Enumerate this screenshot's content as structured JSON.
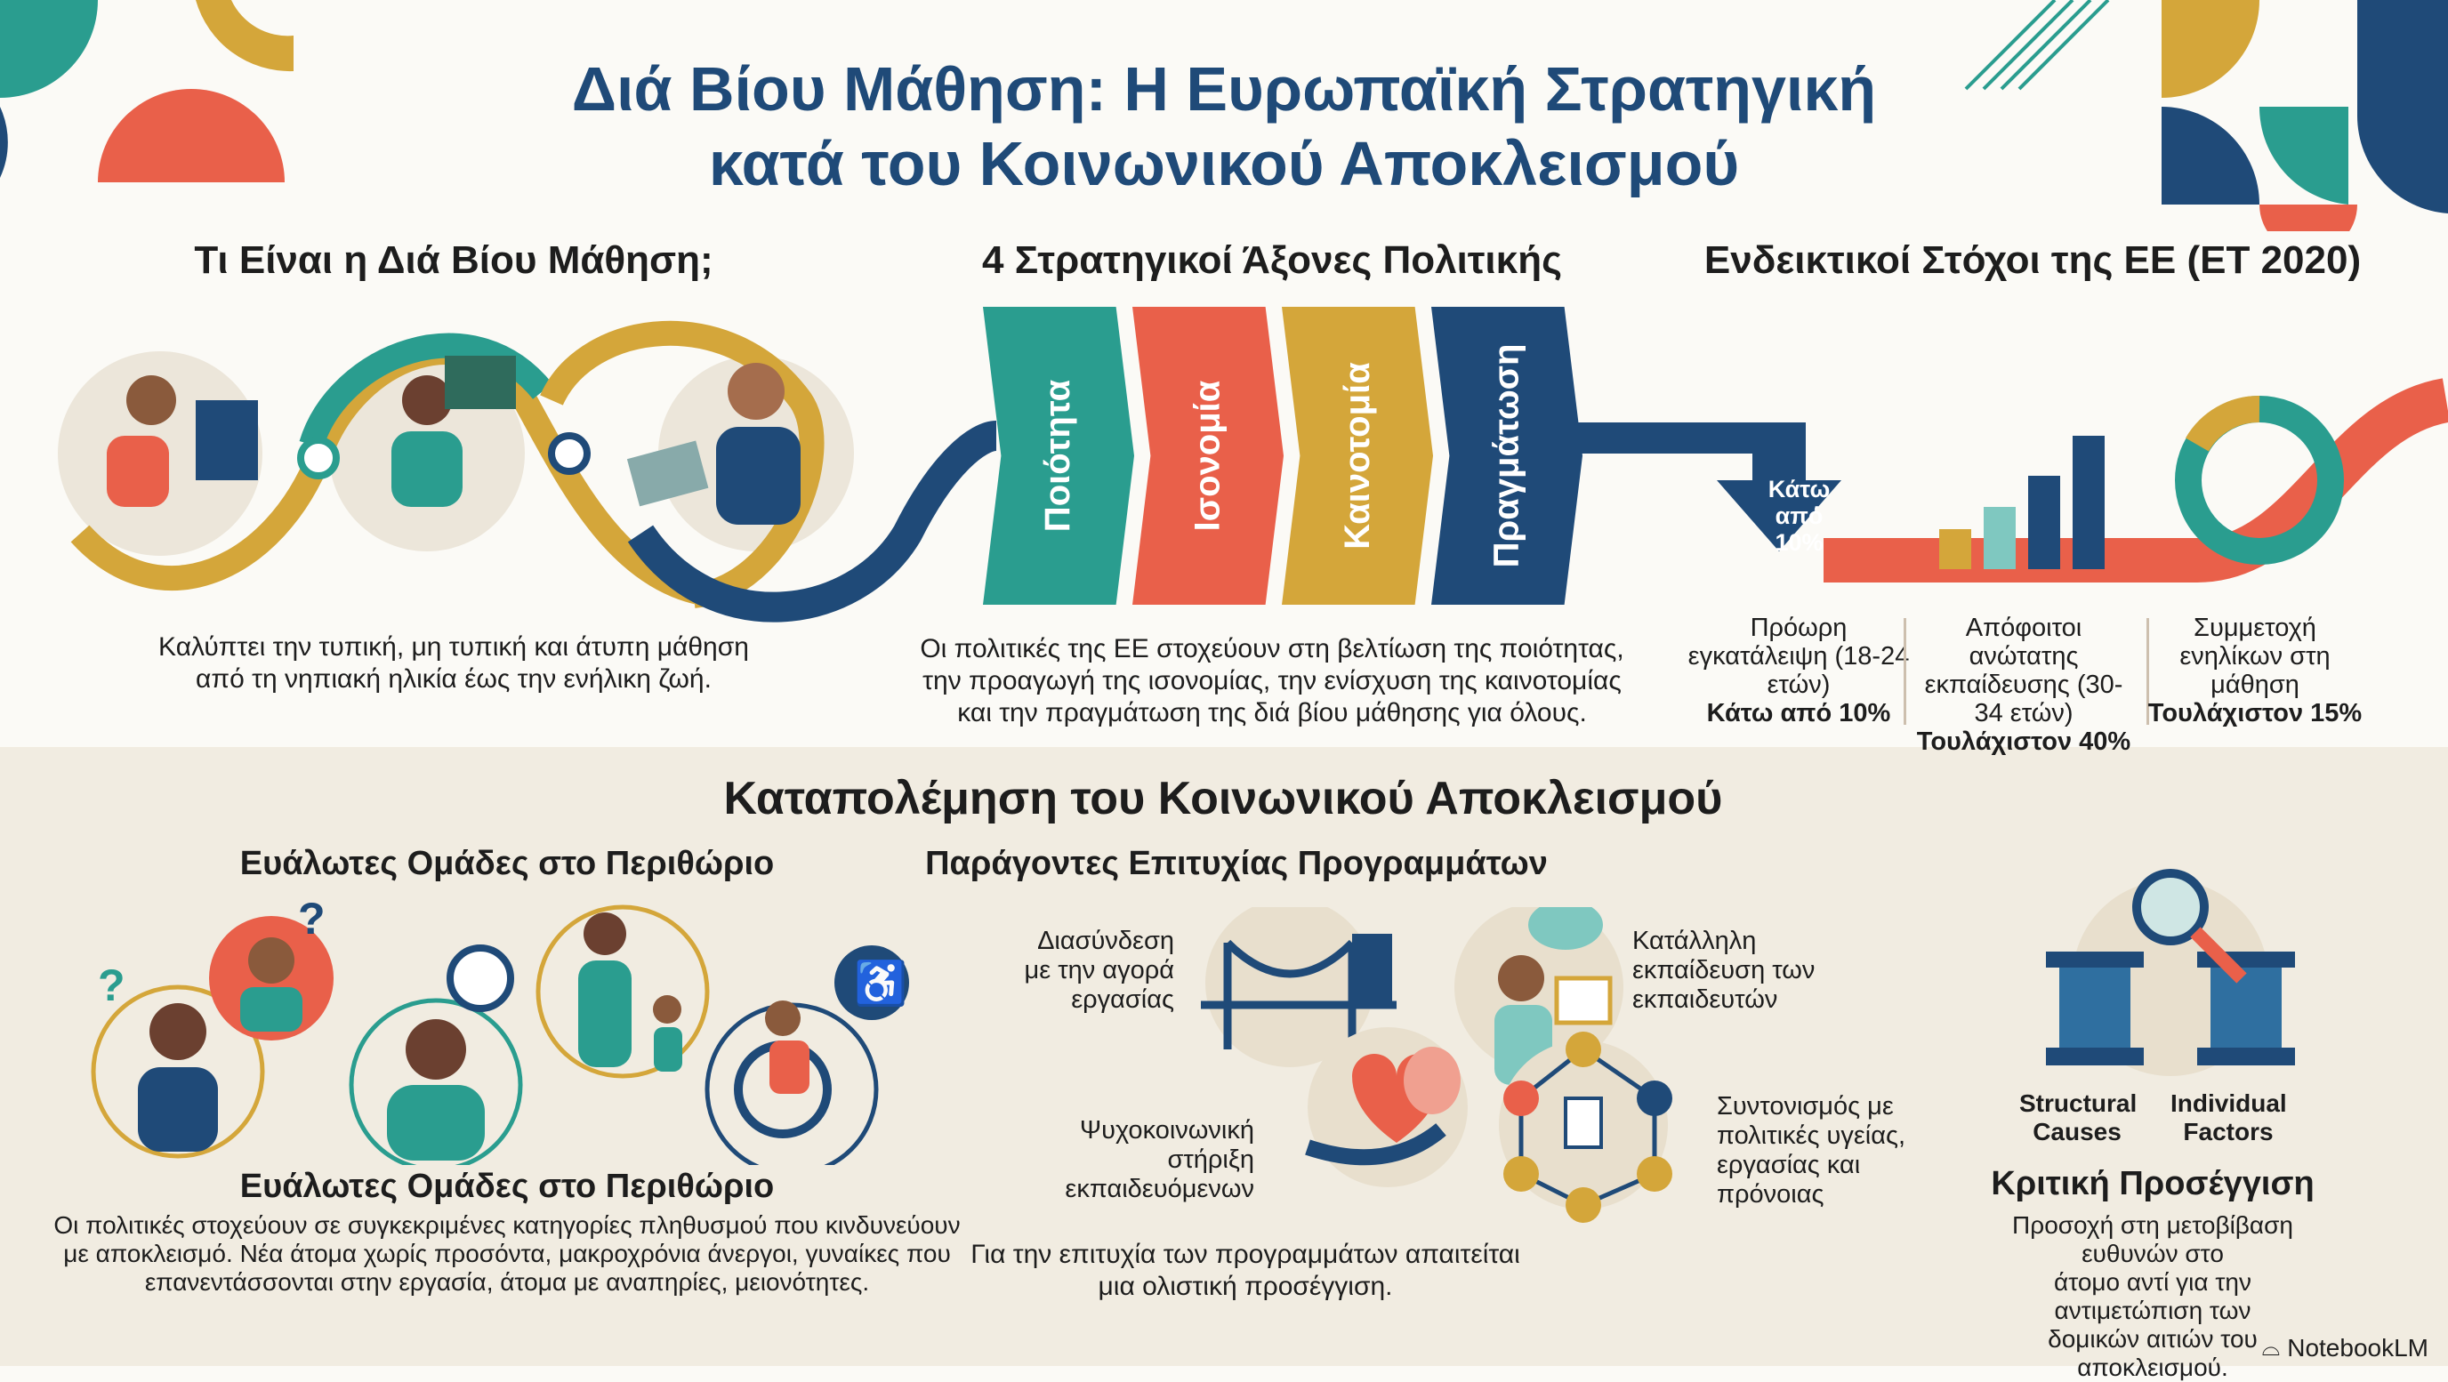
{
  "title": {
    "line1": "Διά Βίου Μάθηση: Η Ευρωπαϊκή Στρατηγική",
    "line2": "κατά του Κοινωνικού Αποκλεισμού"
  },
  "what": {
    "heading": "Τι Είναι η Διά Βίου Μάθηση;",
    "caption": "Καλύπτει την τυπική, μη τυπική και άτυπη μάθηση\nαπό τη νηπιακή ηλικία έως την ενήλικη ζωή."
  },
  "axes": {
    "heading": "4 Στρατηγικοί Άξονες Πολιτικής",
    "items": [
      "Ποιότητα",
      "Ισονομία",
      "Καινοτομία",
      "Πραγμάτωση"
    ],
    "caption": "Οι πολιτικές της ΕΕ στοχεύουν στη βελτίωση της ποιότητας,\nτην προαγωγή της ισονομίας, την ενίσχυση της καινοτομίας\nκαι την πραγμάτωση της διά βίου μάθησης για όλους."
  },
  "targets": {
    "heading": "Ενδεικτικοί Στόχοι της ΕΕ (ET 2020)",
    "arrow_label": "Κάτω από 10%",
    "items": [
      {
        "label": "Πρόωρη εγκατάλειψη (18-24 ετών)",
        "value": "Κάτω από 10%"
      },
      {
        "label": "Απόφοιτοι ανώτατης εκπαίδευσης (30-34 ετών)",
        "value": "Τουλάχιστον 40%"
      },
      {
        "label": "Συμμετοχή ενηλίκων στη μάθηση",
        "value": "Τουλάχιστον 15%"
      }
    ]
  },
  "exclusion": {
    "heading": "Καταπολέμηση του Κοινωνικού Αποκλεισμού",
    "groups": {
      "heading": "Ευάλωτες Ομάδες στο Περιθώριο",
      "subheading": "Ευάλωτες Ομάδες στο Περιθώριο",
      "text": "Οι πολιτικές στοχεύουν σε συγκεκριμένες κατηγορίες πληθυσμού που κινδυνεύουν\nμε αποκλεισμό. Νέα άτομα χωρίς προσόντα, μακροχρόνια άνεργοι, γυναίκες που\nεπανεντάσσονται στην εργασία, άτομα με αναπηρίες, μειονότητες."
    },
    "factors": {
      "heading": "Παράγοντες Επιτυχίας Προγραμμάτων",
      "items": [
        "Διασύνδεση\nμε την αγορά\nεργασίας",
        "Κατάλληλη\nεκπαίδευση των\nεκπαιδευτών",
        "Ψυχοκοινωνική\nστήριξη\nεκπαιδευόμενων",
        "Συντονισμός με\nπολιτικές υγείας,\nεργασίας και\nπρόνοιας"
      ],
      "caption": "Για την επιτυχία των προγραμμάτων απαιτείται\nμια ολιστική προσέγγιση."
    },
    "critical": {
      "pillar_left": "Structural\nCauses",
      "pillar_right": "Individual\nFactors",
      "heading": "Κριτική Προσέγγιση",
      "text": "Προσοχή στη μετοβίβαση ευθυνών στο\nάτομο αντί για την αντιμετώπιση των\nδομικών αιτιών του αποκλεισμού."
    }
  },
  "brand": "NotebookLM",
  "colors": {
    "navy": "#1f4a78",
    "teal": "#2a9d8f",
    "coral": "#e9604a",
    "gold": "#d4a63a"
  }
}
